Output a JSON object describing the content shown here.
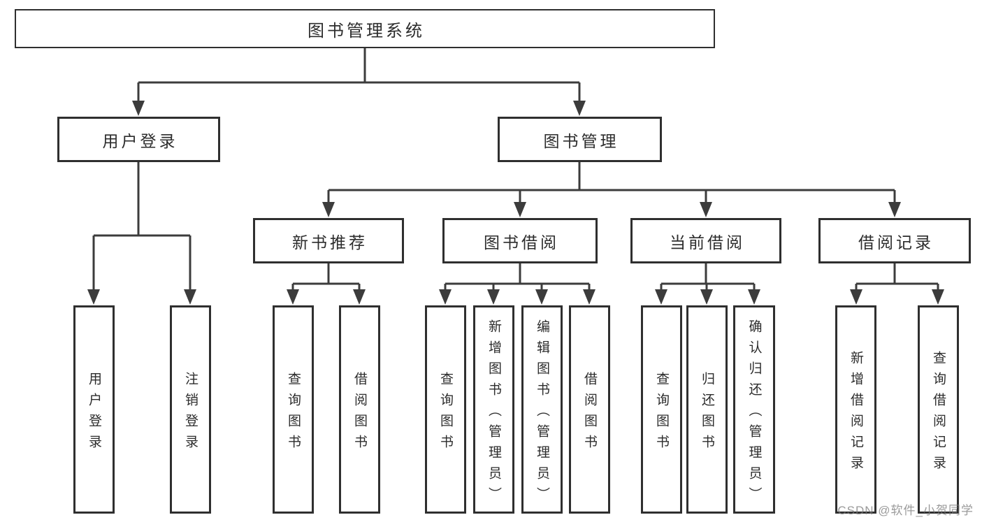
{
  "tree": {
    "root": {
      "label": "图书管理系统"
    },
    "branches": [
      {
        "label": "用户登录",
        "children": [
          {
            "label": "用户登录"
          },
          {
            "label": "注销登录"
          }
        ]
      },
      {
        "label": "图书管理",
        "children": [
          {
            "label": "新书推荐",
            "children": [
              {
                "label": "查询图书"
              },
              {
                "label": "借阅图书"
              }
            ]
          },
          {
            "label": "图书借阅",
            "children": [
              {
                "label": "查询图书"
              },
              {
                "label": "新增图书（管理员）"
              },
              {
                "label": "编辑图书（管理员）"
              },
              {
                "label": "借阅图书"
              }
            ]
          },
          {
            "label": "当前借阅",
            "children": [
              {
                "label": "查询图书"
              },
              {
                "label": "归还图书"
              },
              {
                "label": "确认归还（管理员）"
              }
            ]
          },
          {
            "label": "借阅记录",
            "children": [
              {
                "label": "新增借阅记录"
              },
              {
                "label": "查询借阅记录"
              }
            ]
          }
        ]
      }
    ]
  },
  "watermark": {
    "text": "CSDN @软件_小贺同学"
  },
  "colors": {
    "background": "#ffffff",
    "box_border": "#2f2f2f",
    "connector_line": "#3c3c3c",
    "text": "#2c2c2c",
    "watermark_text": "#9b9b9b"
  }
}
